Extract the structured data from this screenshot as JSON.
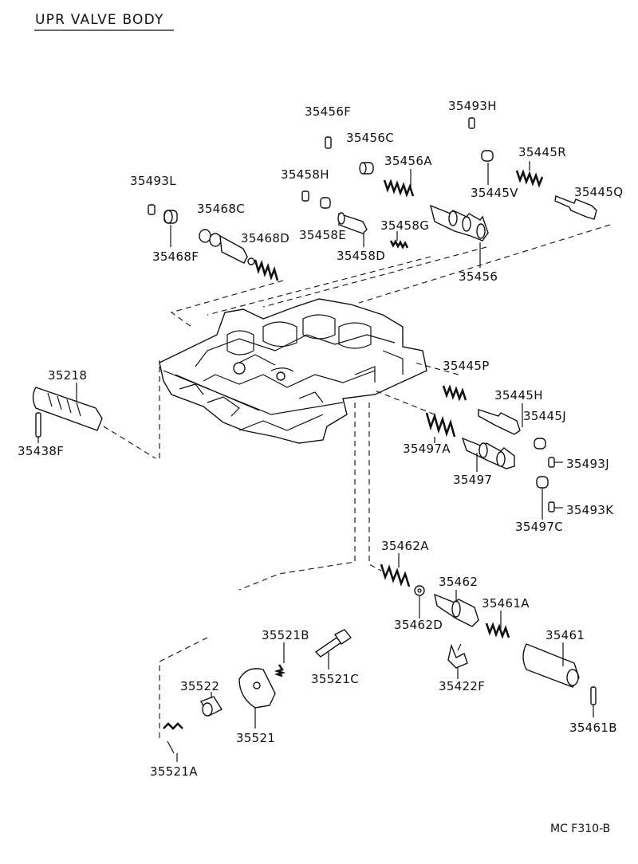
{
  "diagram": {
    "title": "UPR VALVE BODY",
    "figure_code": "MC F310-B",
    "parts": [
      {
        "id": "35456F",
        "label": "35456F"
      },
      {
        "id": "35493H",
        "label": "35493H"
      },
      {
        "id": "35456C",
        "label": "35456C"
      },
      {
        "id": "35445R",
        "label": "35445R"
      },
      {
        "id": "35456A",
        "label": "35456A"
      },
      {
        "id": "35493L",
        "label": "35493L"
      },
      {
        "id": "35458H",
        "label": "35458H"
      },
      {
        "id": "35445V",
        "label": "35445V"
      },
      {
        "id": "35445Q",
        "label": "35445Q"
      },
      {
        "id": "35468C",
        "label": "35468C"
      },
      {
        "id": "35458G",
        "label": "35458G"
      },
      {
        "id": "35458E",
        "label": "35458E"
      },
      {
        "id": "35468D",
        "label": "35468D"
      },
      {
        "id": "35468F",
        "label": "35468F"
      },
      {
        "id": "35458D",
        "label": "35458D"
      },
      {
        "id": "35456",
        "label": "35456"
      },
      {
        "id": "35218",
        "label": "35218"
      },
      {
        "id": "35445P",
        "label": "35445P"
      },
      {
        "id": "35445H",
        "label": "35445H"
      },
      {
        "id": "35445J",
        "label": "35445J"
      },
      {
        "id": "35438F",
        "label": "35438F"
      },
      {
        "id": "35497A",
        "label": "35497A"
      },
      {
        "id": "35493J",
        "label": "35493J"
      },
      {
        "id": "35497",
        "label": "35497"
      },
      {
        "id": "35493K",
        "label": "35493K"
      },
      {
        "id": "35497C",
        "label": "35497C"
      },
      {
        "id": "35462A",
        "label": "35462A"
      },
      {
        "id": "35462",
        "label": "35462"
      },
      {
        "id": "35461A",
        "label": "35461A"
      },
      {
        "id": "35462D",
        "label": "35462D"
      },
      {
        "id": "35521B",
        "label": "35521B"
      },
      {
        "id": "35461",
        "label": "35461"
      },
      {
        "id": "35521C",
        "label": "35521C"
      },
      {
        "id": "35522",
        "label": "35522"
      },
      {
        "id": "35422F",
        "label": "35422F"
      },
      {
        "id": "35521",
        "label": "35521"
      },
      {
        "id": "35461B",
        "label": "35461B"
      },
      {
        "id": "35521A",
        "label": "35521A"
      }
    ]
  }
}
